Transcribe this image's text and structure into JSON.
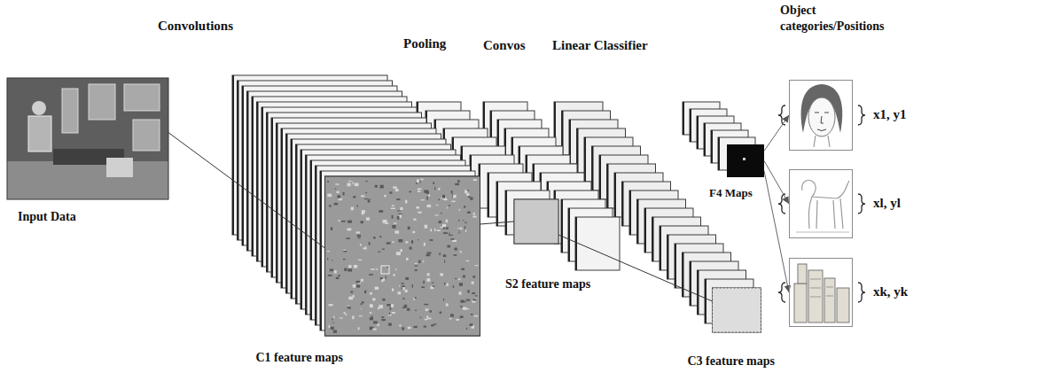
{
  "diagram": {
    "nodes": [
      {
        "text": [
          "Input Data"
        ]
      },
      {
        "text": [
          "C1 feature maps"
        ]
      },
      {
        "text": [
          "S2 feature maps"
        ]
      },
      {
        "text": [
          "C3 feature maps"
        ]
      },
      {
        "text": [
          "F4 Maps"
        ]
      },
      {
        "text": [
          "x1, y1"
        ]
      },
      {
        "text": [
          "xl, yl"
        ]
      },
      {
        "text": [
          "xk, yk"
        ]
      }
    ],
    "edges": [
      {
        "from": 0,
        "to": 1,
        "arrow": "none"
      },
      {
        "from": 1,
        "to": 2,
        "arrow": "none"
      },
      {
        "from": 2,
        "to": 3,
        "arrow": "none"
      },
      {
        "from": 4,
        "to": 5,
        "arrow": "to"
      },
      {
        "from": 4,
        "to": 6,
        "arrow": "to"
      },
      {
        "from": 4,
        "to": 7,
        "arrow": "to"
      }
    ],
    "labels": [
      "Convolutions",
      "Pooling",
      "Convos",
      "Linear Classifier",
      "Object categories/Positions"
    ]
  }
}
